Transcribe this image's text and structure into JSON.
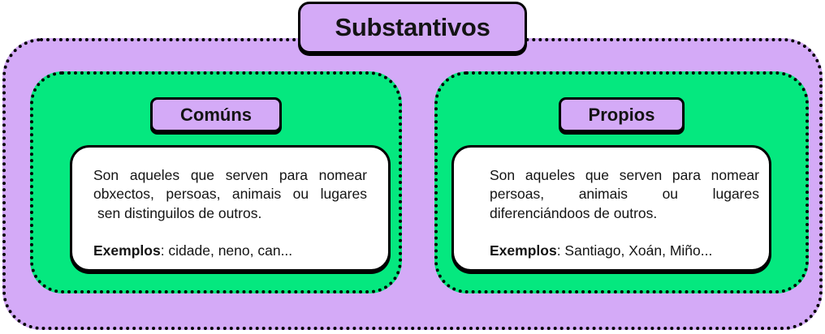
{
  "colors": {
    "purple": "#d4aaf7",
    "green": "#05e87f",
    "ink": "#141414",
    "card": "#ffffff"
  },
  "title": {
    "label": "Substantivos"
  },
  "panels": [
    {
      "label": "Comúns",
      "lines": [
        "Son aqueles que serven para nomear",
        "obxectos, persoas, animais ou lugares",
        "sen distinguilos de outros."
      ],
      "examples_label": "Exemplos",
      "examples_text": ": cidade, neno, can..."
    },
    {
      "label": "Propios",
      "lines": [
        "Son aqueles que serven para nomear",
        "persoas, animais ou lugares",
        "diferenciándoos de outros."
      ],
      "examples_label": "Exemplos",
      "examples_text": ": Santiago, Xoán, Miño..."
    }
  ]
}
